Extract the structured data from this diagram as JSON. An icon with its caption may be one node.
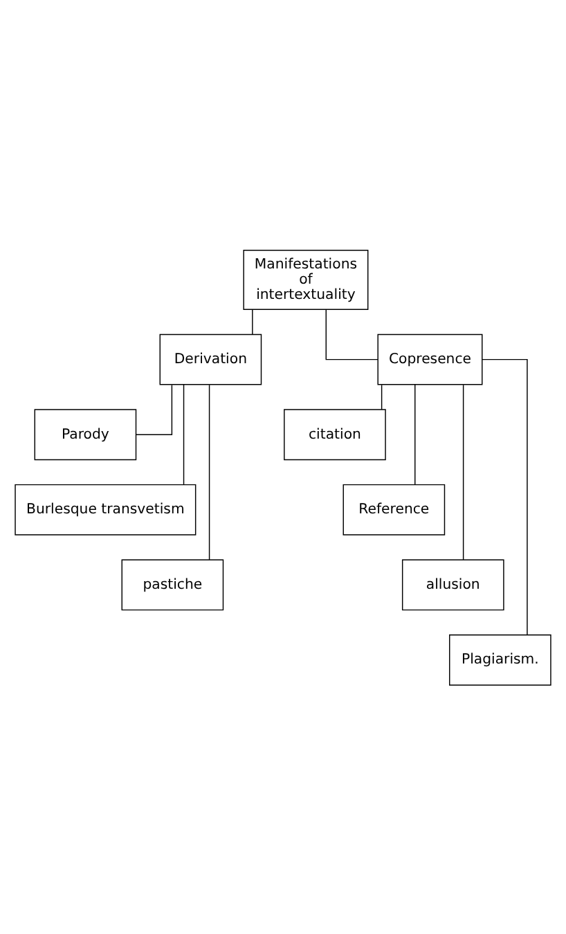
{
  "diagram": {
    "nodes": [
      {
        "text": [
          "Manifestations of intertextuality"
        ]
      },
      {
        "text": [
          "Derivation"
        ]
      },
      {
        "text": [
          "Copresence"
        ]
      },
      {
        "text": [
          "Parody"
        ]
      },
      {
        "text": [
          "Burlesque transvetism"
        ]
      },
      {
        "text": [
          "pastiche"
        ]
      },
      {
        "text": [
          "citation"
        ]
      },
      {
        "text": [
          "Reference"
        ]
      },
      {
        "text": [
          "allusion"
        ]
      },
      {
        "text": [
          "Plagiarism."
        ]
      }
    ],
    "edges": [
      {
        "from": 0,
        "to": 1,
        "arrow": "none"
      },
      {
        "from": 0,
        "to": 2,
        "arrow": "none"
      },
      {
        "from": 1,
        "to": 3,
        "arrow": "none"
      },
      {
        "from": 1,
        "to": 4,
        "arrow": "none"
      },
      {
        "from": 1,
        "to": 5,
        "arrow": "none"
      },
      {
        "from": 2,
        "to": 6,
        "arrow": "none"
      },
      {
        "from": 2,
        "to": 7,
        "arrow": "none"
      },
      {
        "from": 2,
        "to": 8,
        "arrow": "none"
      },
      {
        "from": 2,
        "to": 9,
        "arrow": "none"
      }
    ]
  }
}
